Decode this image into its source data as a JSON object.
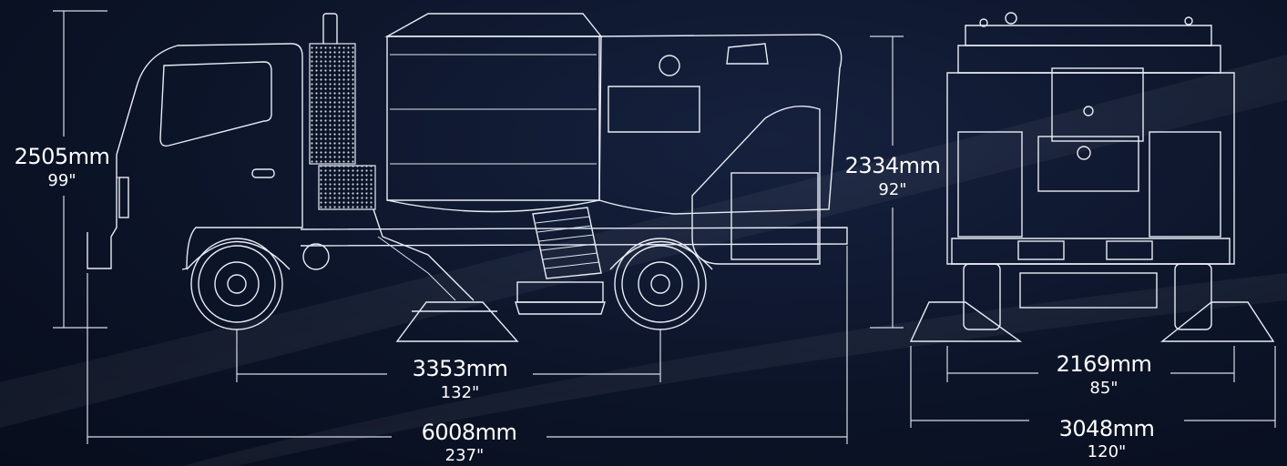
{
  "dimensions": {
    "height_overall": {
      "metric": "2505mm",
      "imperial": "99\""
    },
    "height_body": {
      "metric": "2334mm",
      "imperial": "92\""
    },
    "wheelbase": {
      "metric": "3353mm",
      "imperial": "132\""
    },
    "length_overall": {
      "metric": "6008mm",
      "imperial": "237\""
    },
    "track_width": {
      "metric": "2169mm",
      "imperial": "85\""
    },
    "width_overall": {
      "metric": "3048mm",
      "imperial": "120\""
    }
  },
  "colors": {
    "background": "#0c1428",
    "lines": "#e8ecf5"
  }
}
